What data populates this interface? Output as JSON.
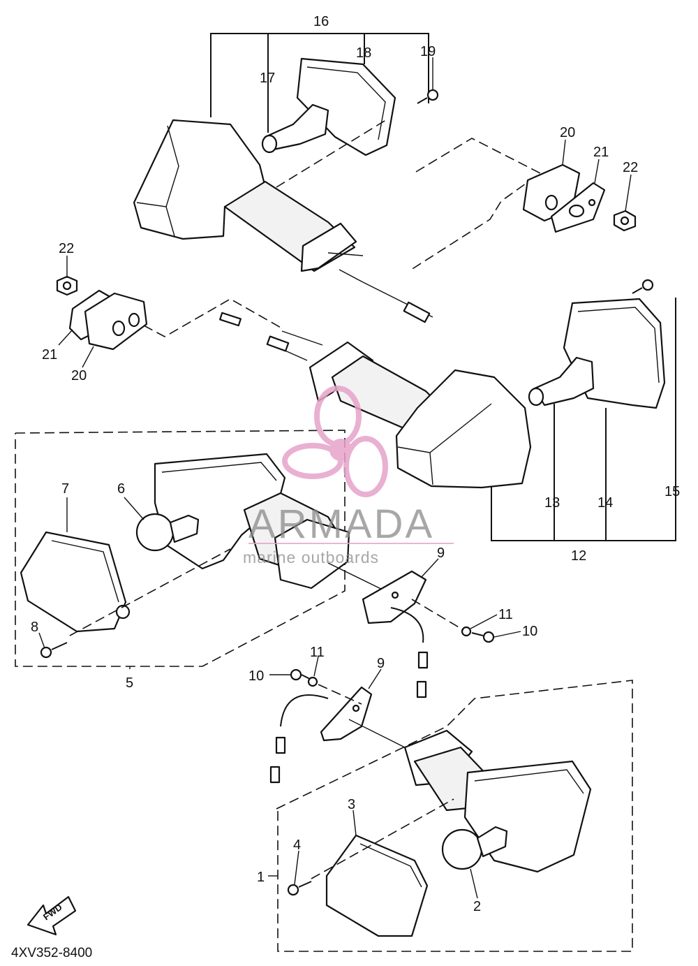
{
  "diagram": {
    "callouts": {
      "c1": "1",
      "c2": "2",
      "c3": "3",
      "c4": "4",
      "c5": "5",
      "c6": "6",
      "c7": "7",
      "c8": "8",
      "c9a": "9",
      "c9b": "9",
      "c10a": "10",
      "c10b": "10",
      "c11a": "11",
      "c11b": "11",
      "c12": "12",
      "c13": "13",
      "c14": "14",
      "c15": "15",
      "c16": "16",
      "c17": "17",
      "c18": "18",
      "c19": "19",
      "c20a": "20",
      "c20b": "20",
      "c21a": "21",
      "c21b": "21",
      "c22a": "22",
      "c22b": "22"
    },
    "direction_badge": "FWD",
    "drawing_code": "4XV352-8400"
  },
  "watermark": {
    "brand": "ARMADA",
    "tagline": "marine outboards",
    "accent_color": "#e6a3c9",
    "text_color": "#8a8a8a"
  }
}
